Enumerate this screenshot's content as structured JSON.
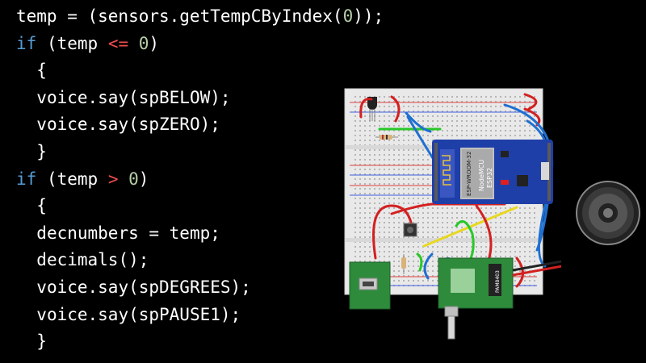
{
  "code": {
    "lines": [
      {
        "indent": "",
        "tokens": [
          {
            "t": "temp = (sensors.getTempCByIndex(",
            "c": "plain"
          },
          {
            "t": "0",
            "c": "num"
          },
          {
            "t": "));",
            "c": "plain"
          }
        ]
      },
      {
        "indent": "",
        "tokens": [
          {
            "t": "if",
            "c": "kw"
          },
          {
            "t": " (temp ",
            "c": "plain"
          },
          {
            "t": "<=",
            "c": "op"
          },
          {
            "t": " ",
            "c": "plain"
          },
          {
            "t": "0",
            "c": "num"
          },
          {
            "t": ")",
            "c": "plain"
          }
        ]
      },
      {
        "indent": "  ",
        "tokens": [
          {
            "t": "{",
            "c": "plain"
          }
        ]
      },
      {
        "indent": "  ",
        "tokens": [
          {
            "t": "voice.say(spBELOW);",
            "c": "plain"
          }
        ]
      },
      {
        "indent": "  ",
        "tokens": [
          {
            "t": "voice.say(spZERO);",
            "c": "plain"
          }
        ]
      },
      {
        "indent": "  ",
        "tokens": [
          {
            "t": "}",
            "c": "plain"
          }
        ]
      },
      {
        "indent": "",
        "tokens": [
          {
            "t": "if",
            "c": "kw"
          },
          {
            "t": " (temp ",
            "c": "plain"
          },
          {
            "t": ">",
            "c": "op"
          },
          {
            "t": " ",
            "c": "plain"
          },
          {
            "t": "0",
            "c": "num"
          },
          {
            "t": ")",
            "c": "plain"
          }
        ]
      },
      {
        "indent": "  ",
        "tokens": [
          {
            "t": "{",
            "c": "plain"
          }
        ]
      },
      {
        "indent": "  ",
        "tokens": [
          {
            "t": "decnumbers = temp;",
            "c": "plain"
          }
        ]
      },
      {
        "indent": "  ",
        "tokens": [
          {
            "t": "decimals();",
            "c": "plain"
          }
        ]
      },
      {
        "indent": "  ",
        "tokens": [
          {
            "t": "voice.say(spDEGREES);",
            "c": "plain"
          }
        ]
      },
      {
        "indent": "  ",
        "tokens": [
          {
            "t": "voice.say(spPAUSE1);",
            "c": "plain"
          }
        ]
      },
      {
        "indent": "  ",
        "tokens": [
          {
            "t": "}",
            "c": "plain"
          }
        ]
      }
    ]
  },
  "diagram": {
    "esp_labels": [
      "ESP-WROOM-32",
      "NodeMCU",
      "ESP32"
    ],
    "module_label": "PAM8403"
  },
  "colors": {
    "background": "#000000",
    "keyword": "#569cd6",
    "number": "#b5cea8",
    "operator": "#f14c4c",
    "text": "#ffffff",
    "esp_board": "#1f3fa8",
    "pcb_green": "#2e8b3c"
  }
}
